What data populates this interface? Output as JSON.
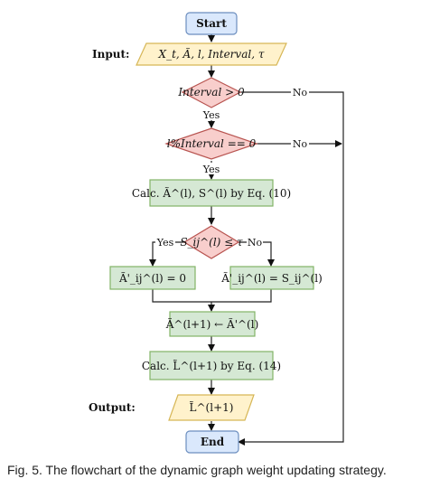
{
  "nodes": {
    "start": "Start",
    "input": "X_t, Ã, l, Interval, τ",
    "decision_interval": "Interval > 0",
    "decision_mod": "l%Interval == 0",
    "calc_a_s": "Calc. Ã^(l), S^(l) by Eq. (10)",
    "decision_s": "S_ij^(l) ≤ τ",
    "assign_zero": "Ã'_ij^(l) = 0",
    "assign_s": "Ã'_ij^(l) = S_ij^(l)",
    "update_a": "Ã^(l+1) ← Ã'^(l)",
    "calc_l": "Calc. L̃^(l+1) by Eq. (14)",
    "output": "L̃^(l+1)",
    "end": "End"
  },
  "side_labels": {
    "input": "Input:",
    "output": "Output:"
  },
  "edge_labels": {
    "yes": "Yes",
    "no": "No"
  },
  "colors": {
    "start_end_fill": "#dae8fc",
    "start_end_stroke": "#6c8ebf",
    "io_fill": "#fff2cc",
    "io_stroke": "#d6b656",
    "decision_fill": "#f8cecc",
    "decision_stroke": "#b85450",
    "process_fill": "#d5e8d4",
    "process_stroke": "#82b366"
  },
  "caption": "Fig. 5.  The flowchart of the dynamic graph weight updating strategy."
}
